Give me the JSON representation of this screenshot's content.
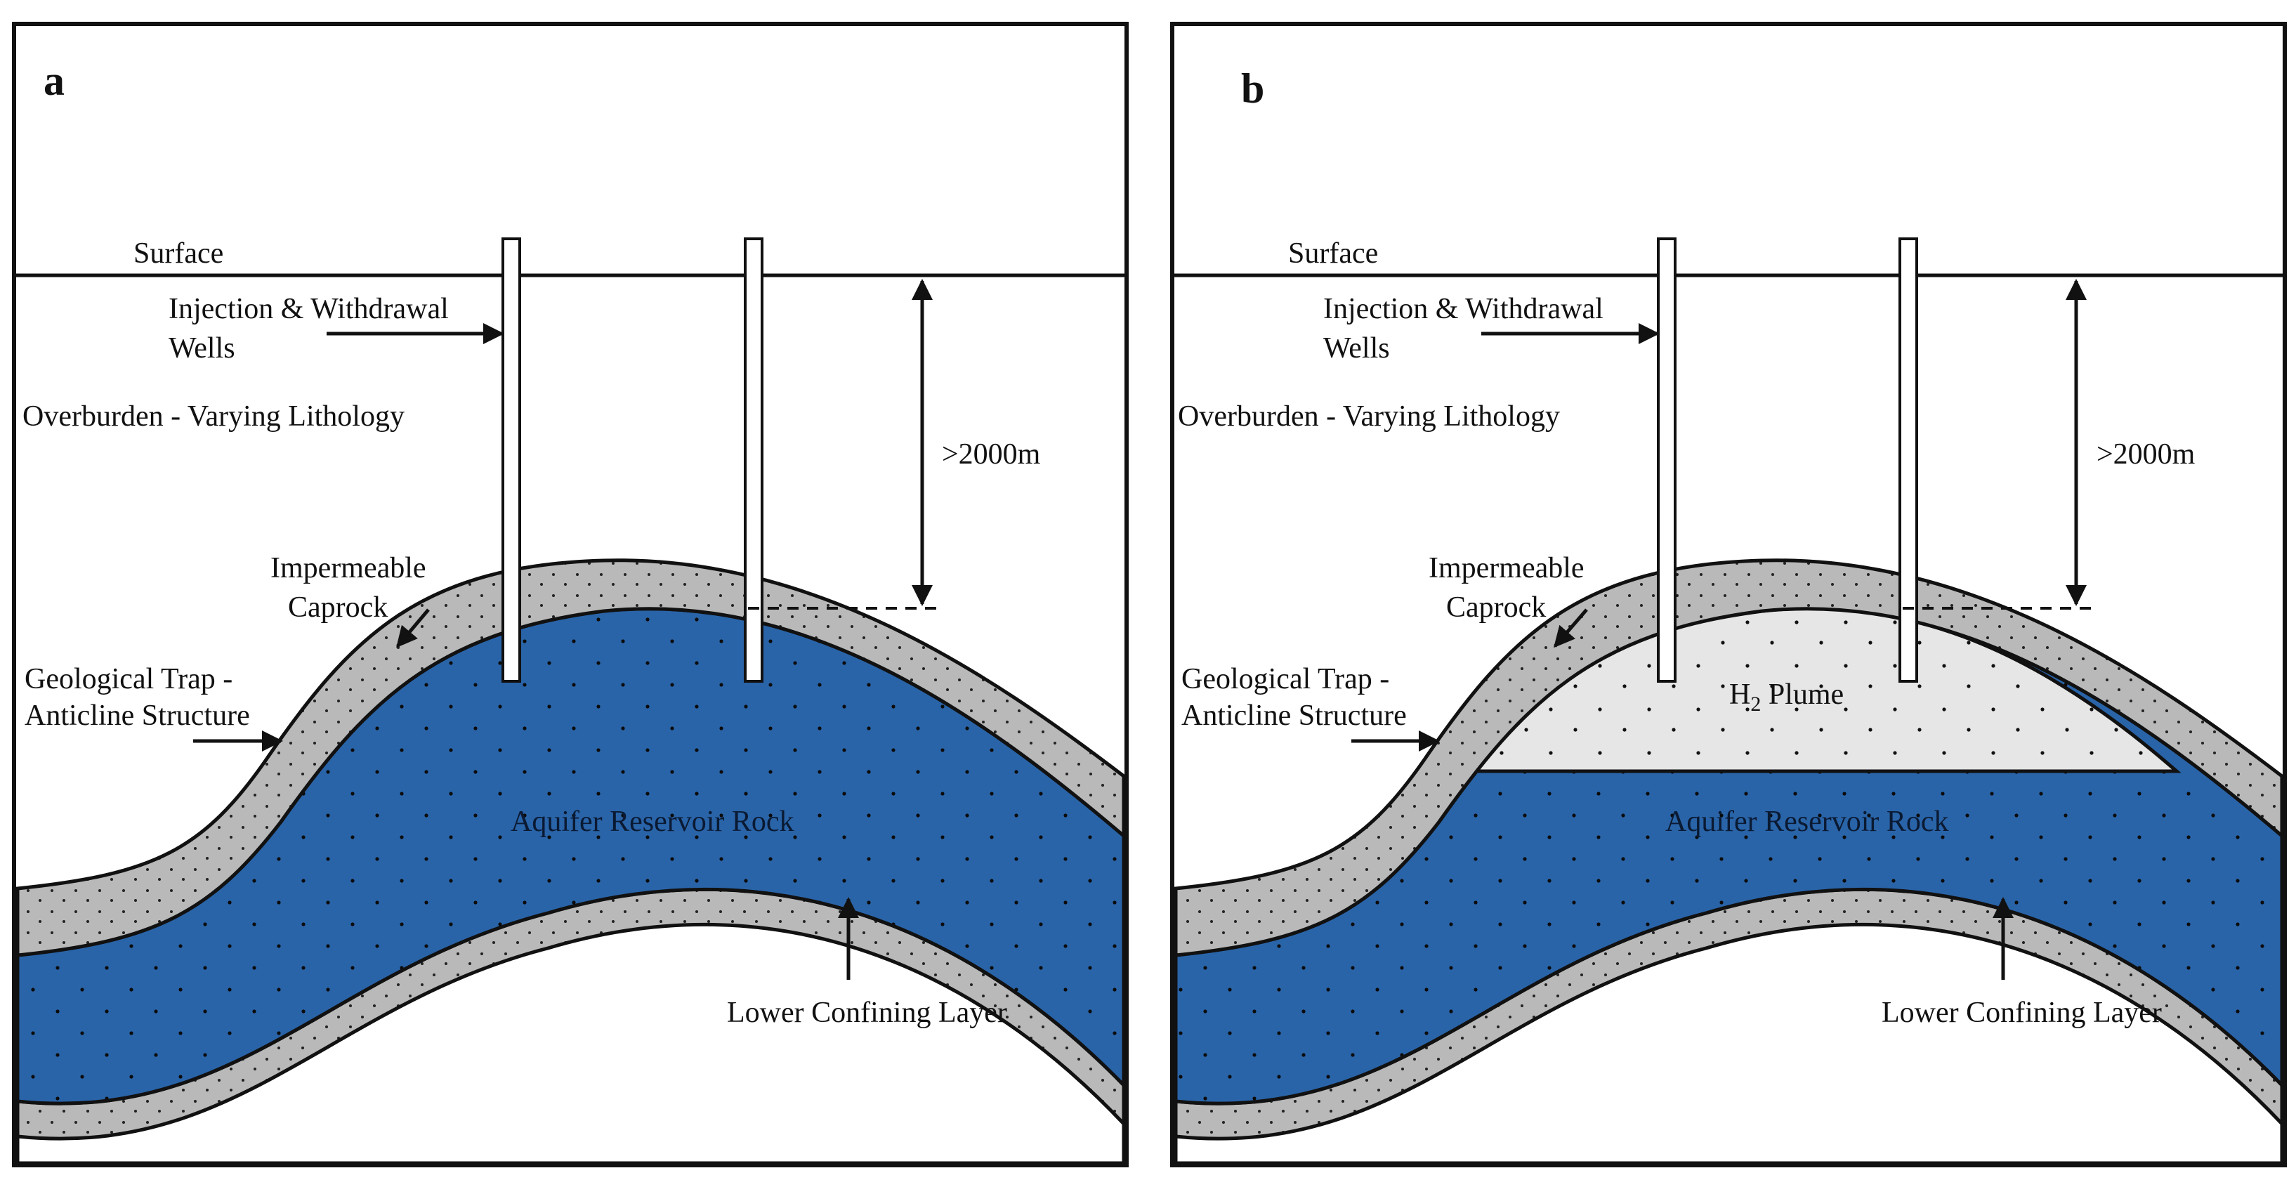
{
  "colors": {
    "water": "#2a64a8",
    "rock": "#b9b9b9",
    "plume": "#e6e6e6",
    "line": "#111111",
    "background": "#ffffff"
  },
  "panels": [
    {
      "letter": "a",
      "surface": "Surface",
      "wells_label_1": "Injection & Withdrawal",
      "wells_label_2": "Wells",
      "overburden": "Overburden - Varying Lithology",
      "depth": ">2000m",
      "caprock_1": "Impermeable",
      "caprock_2": "Caprock",
      "trap_1": "Geological Trap -",
      "trap_2": "Anticline Structure",
      "aquifer": "Aquifer Reservoir Rock",
      "lower": "Lower Confining Layer"
    },
    {
      "letter": "b",
      "surface": "Surface",
      "wells_label_1": "Injection & Withdrawal",
      "wells_label_2": "Wells",
      "overburden": "Overburden - Varying Lithology",
      "depth": ">2000m",
      "caprock_1": "Impermeable",
      "caprock_2": "Caprock",
      "trap_1": "Geological Trap -",
      "trap_2": "Anticline Structure",
      "aquifer": "Aquifer Reservoir Rock",
      "lower": "Lower Confining Layer",
      "plume_main": "H",
      "plume_sub": "2",
      "plume_rest": " Plume"
    }
  ]
}
